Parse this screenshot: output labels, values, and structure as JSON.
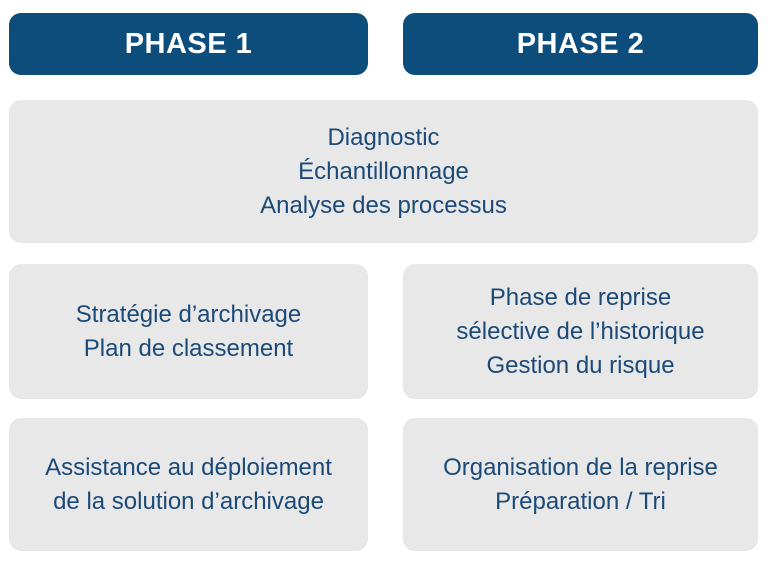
{
  "headers": {
    "phase1": "PHASE 1",
    "phase2": "PHASE 2"
  },
  "shared_box": {
    "lines": [
      "Diagnostic",
      "Échantillonnage",
      "Analyse des processus"
    ]
  },
  "phase1_boxes": [
    {
      "lines": [
        "Stratégie d’archivage",
        "Plan de classement"
      ]
    },
    {
      "lines": [
        "Assistance au déploiement",
        "de la solution d’archivage"
      ]
    }
  ],
  "phase2_boxes": [
    {
      "lines": [
        "Phase de reprise",
        "sélective de l’historique",
        "Gestion du risque"
      ]
    },
    {
      "lines": [
        "Organisation de la reprise",
        "Préparation / Tri"
      ]
    }
  ],
  "colors": {
    "header_bg": "#0c4d7c",
    "header_text": "#ffffff",
    "box_bg": "#e8e8e8",
    "box_text": "#1b4a78"
  }
}
